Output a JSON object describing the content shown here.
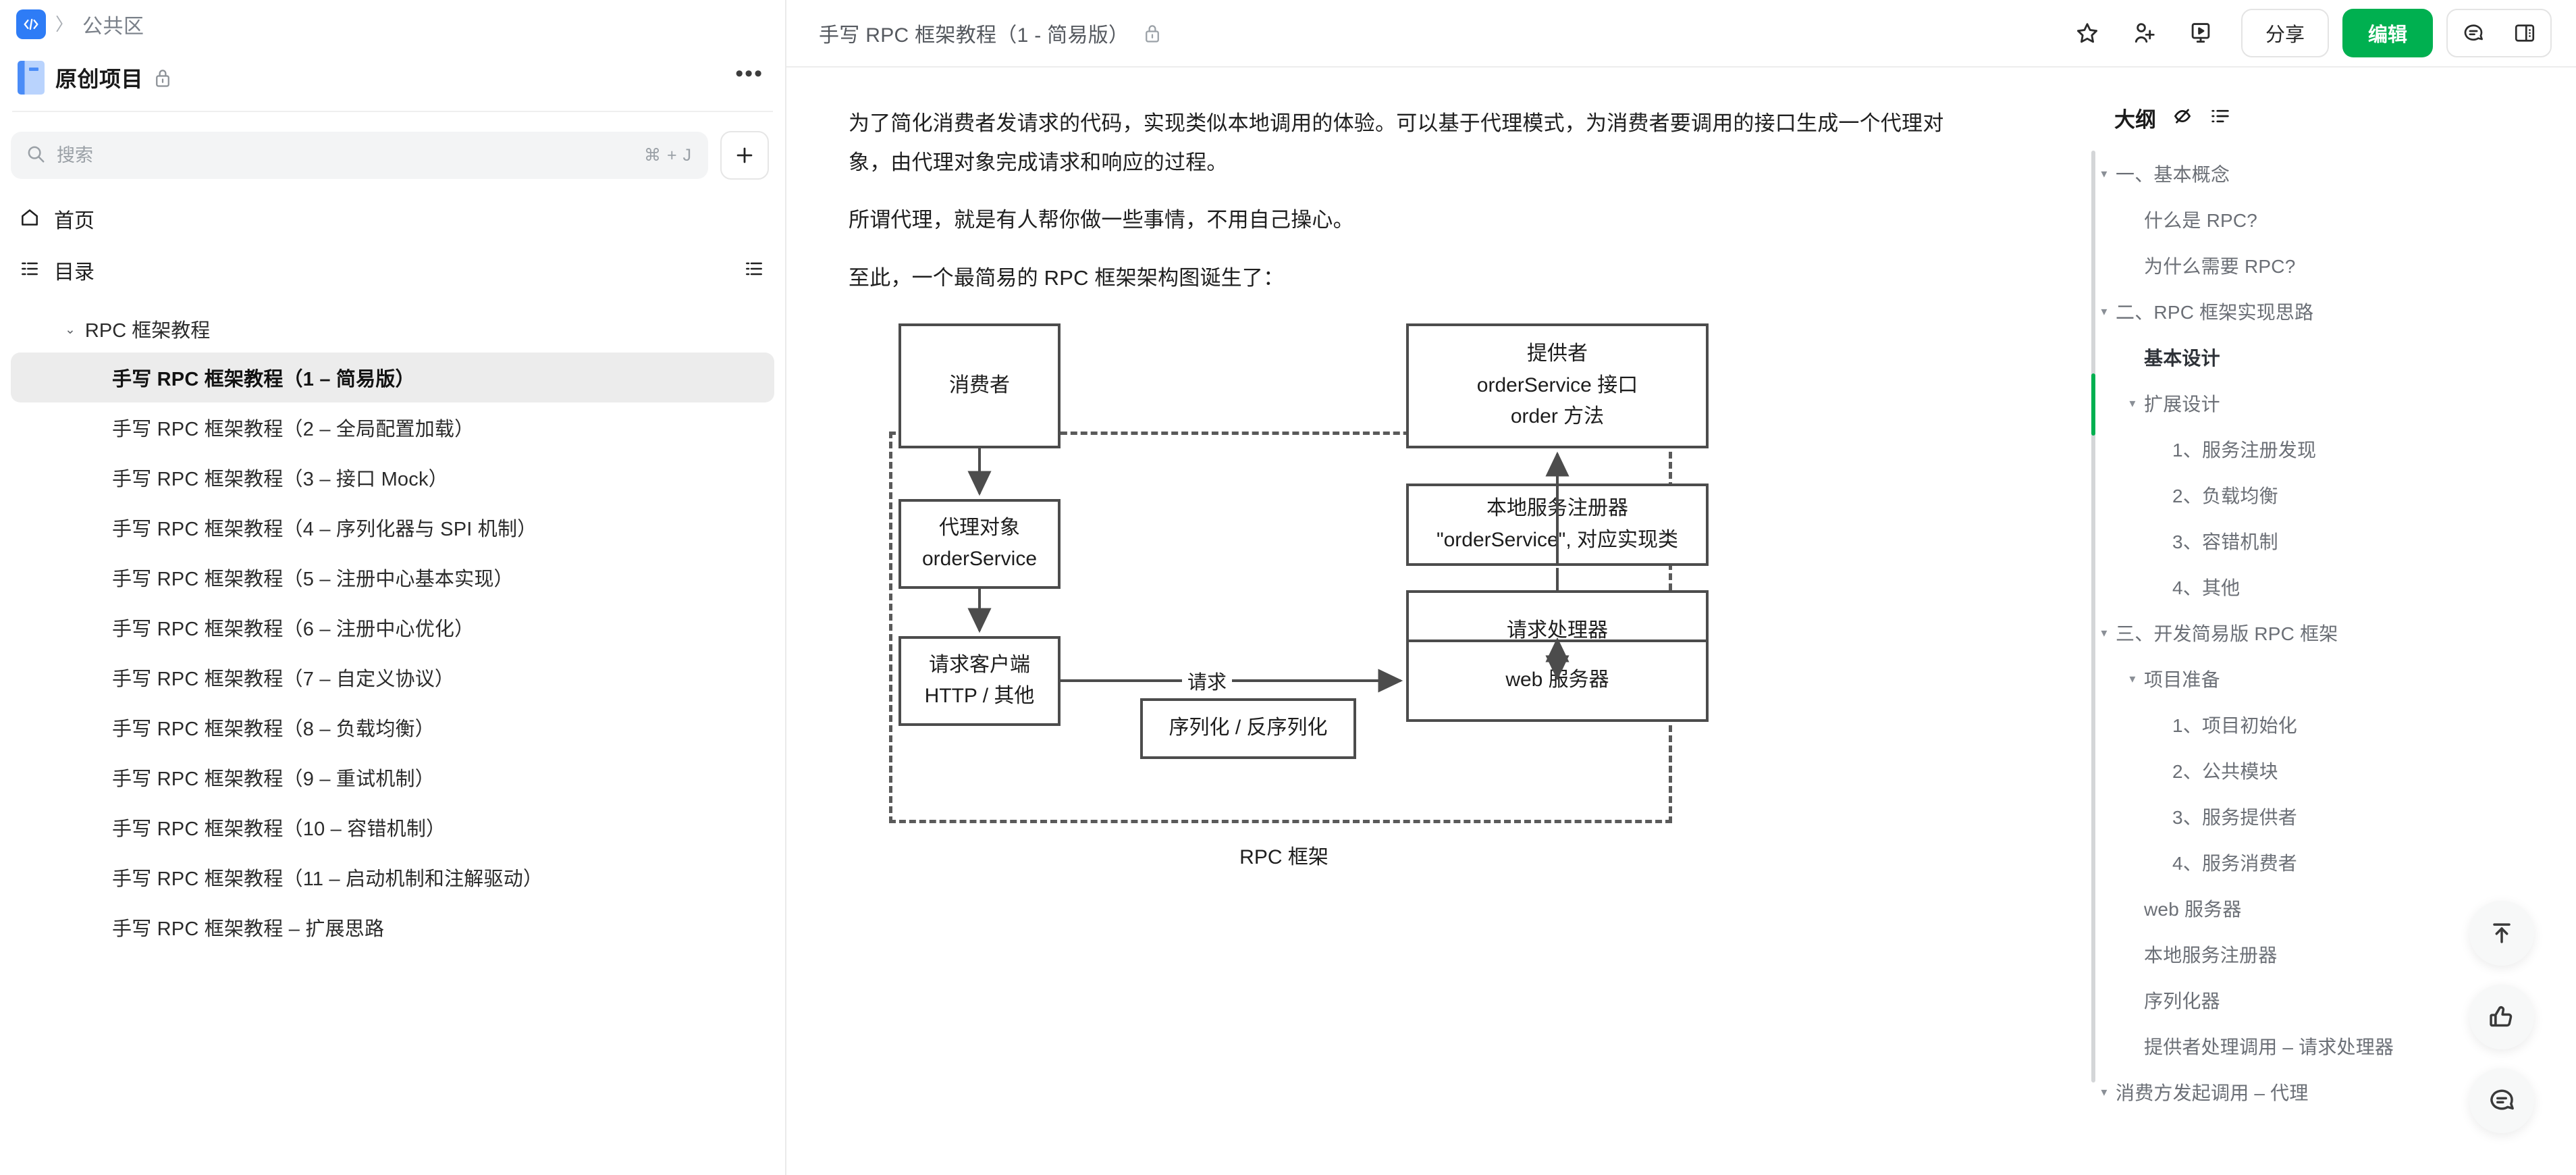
{
  "sidebar": {
    "breadcrumb": {
      "workspace": "公共区",
      "separator": "〉"
    },
    "project": {
      "title": "原创项目",
      "more_label": "•••"
    },
    "search": {
      "placeholder": "搜索",
      "value": "",
      "shortcut": "⌘ + J",
      "add_label": "+"
    },
    "nav": [
      {
        "label": "首页",
        "icon": "home-icon"
      },
      {
        "label": "目录",
        "icon": "catalog-icon"
      }
    ],
    "tree_group": {
      "label": "RPC 框架教程",
      "caret": "⌄"
    },
    "documents": [
      {
        "label": "手写 RPC 框架教程（1 – 简易版）",
        "active": true
      },
      {
        "label": "手写 RPC 框架教程（2 – 全局配置加载）",
        "active": false
      },
      {
        "label": "手写 RPC 框架教程（3 – 接口 Mock）",
        "active": false
      },
      {
        "label": "手写 RPC 框架教程（4 – 序列化器与 SPI 机制）",
        "active": false
      },
      {
        "label": "手写 RPC 框架教程（5 – 注册中心基本实现）",
        "active": false
      },
      {
        "label": "手写 RPC 框架教程（6 – 注册中心优化）",
        "active": false
      },
      {
        "label": "手写 RPC 框架教程（7 – 自定义协议）",
        "active": false
      },
      {
        "label": "手写 RPC 框架教程（8 – 负载均衡）",
        "active": false
      },
      {
        "label": "手写 RPC 框架教程（9 – 重试机制）",
        "active": false
      },
      {
        "label": "手写 RPC 框架教程（10 – 容错机制）",
        "active": false
      },
      {
        "label": "手写 RPC 框架教程（11 – 启动机制和注解驱动）",
        "active": false
      },
      {
        "label": "手写 RPC 框架教程 – 扩展思路",
        "active": false
      }
    ]
  },
  "topbar": {
    "doc_title": "手写 RPC 框架教程（1 - 简易版）",
    "lock_icon": "lock-icon",
    "star_icon": "star-icon",
    "add_member_icon": "add-member-icon",
    "present_icon": "presentation-icon",
    "share_label": "分享",
    "edit_label": "编辑",
    "comment_icon": "comment-icon",
    "panel_icon": "side-panel-icon"
  },
  "document": {
    "paragraphs": [
      "为了简化消费者发请求的代码，实现类似本地调用的体验。可以基于代理模式，为消费者要调用的接口生成一个代理对象，由代理对象完成请求和响应的过程。",
      "所谓代理，就是有人帮你做一些事情，不用自己操心。",
      "至此，一个最简易的 RPC 框架架构图诞生了："
    ],
    "diagram": {
      "caption": "RPC 框架",
      "boxes": [
        {
          "id": "consumer",
          "lines": [
            "消费者"
          ]
        },
        {
          "id": "provider",
          "lines": [
            "提供者",
            "orderService 接口",
            "order 方法"
          ]
        },
        {
          "id": "proxy",
          "lines": [
            "代理对象",
            "orderService"
          ]
        },
        {
          "id": "local-registry",
          "lines": [
            "本地服务注册器",
            "\"orderService\", 对应实现类"
          ]
        },
        {
          "id": "request-handler",
          "lines": [
            "请求处理器"
          ]
        },
        {
          "id": "request-client",
          "lines": [
            "请求客户端",
            "HTTP / 其他"
          ]
        },
        {
          "id": "web-server",
          "lines": [
            "web 服务器"
          ]
        },
        {
          "id": "serializer",
          "lines": [
            "序列化 / 反序列化"
          ]
        }
      ],
      "edge_labels": [
        "请求"
      ]
    }
  },
  "outline": {
    "title": "大纲",
    "hide_icon": "eye-off-icon",
    "list_icon": "outline-list-icon",
    "items": [
      {
        "label": "一、基本概念",
        "level": 1,
        "caret": "▾",
        "active": false
      },
      {
        "label": "什么是 RPC?",
        "level": 2,
        "caret": "",
        "active": false
      },
      {
        "label": "为什么需要 RPC?",
        "level": 2,
        "caret": "",
        "active": false
      },
      {
        "label": "二、RPC 框架实现思路",
        "level": 1,
        "caret": "▾",
        "active": false
      },
      {
        "label": "基本设计",
        "level": 2,
        "caret": "",
        "active": true
      },
      {
        "label": "扩展设计",
        "level": 2,
        "caret": "▾",
        "active": false
      },
      {
        "label": "1、服务注册发现",
        "level": 3,
        "caret": "",
        "active": false
      },
      {
        "label": "2、负载均衡",
        "level": 3,
        "caret": "",
        "active": false
      },
      {
        "label": "3、容错机制",
        "level": 3,
        "caret": "",
        "active": false
      },
      {
        "label": "4、其他",
        "level": 3,
        "caret": "",
        "active": false
      },
      {
        "label": "三、开发简易版 RPC 框架",
        "level": 1,
        "caret": "▾",
        "active": false
      },
      {
        "label": "项目准备",
        "level": 2,
        "caret": "▾",
        "active": false
      },
      {
        "label": "1、项目初始化",
        "level": 3,
        "caret": "",
        "active": false
      },
      {
        "label": "2、公共模块",
        "level": 3,
        "caret": "",
        "active": false
      },
      {
        "label": "3、服务提供者",
        "level": 3,
        "caret": "",
        "active": false
      },
      {
        "label": "4、服务消费者",
        "level": 3,
        "caret": "",
        "active": false
      },
      {
        "label": "web 服务器",
        "level": 2,
        "caret": "",
        "active": false
      },
      {
        "label": "本地服务注册器",
        "level": 2,
        "caret": "",
        "active": false
      },
      {
        "label": "序列化器",
        "level": 2,
        "caret": "",
        "active": false
      },
      {
        "label": "提供者处理调用 – 请求处理器",
        "level": 2,
        "caret": "",
        "active": false
      },
      {
        "label": "消费方发起调用 – 代理",
        "level": 1,
        "caret": "▾",
        "active": false
      }
    ]
  },
  "fabs": [
    {
      "icon": "scroll-to-top-icon"
    },
    {
      "icon": "thumbs-up-icon"
    },
    {
      "icon": "comment-bubble-icon"
    }
  ],
  "colors": {
    "accent_green": "#00b050",
    "logo_blue": "#2e7cf6",
    "active_row": "#ececec"
  }
}
